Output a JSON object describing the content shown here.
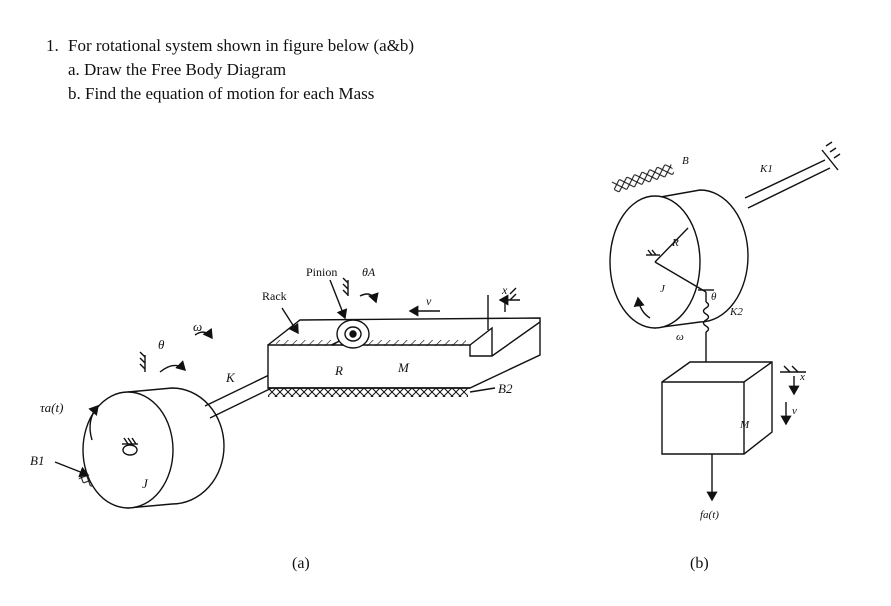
{
  "question": {
    "number": "1.",
    "stem": "For rotational system shown in figure below (a&b)",
    "parts": [
      "a. Draw the Free Body Diagram",
      "b. Find the equation of motion for each Mass"
    ]
  },
  "figure_a": {
    "caption": "(a)",
    "labels": {
      "tau": "τa(t)",
      "theta": "θ",
      "omega": "ω",
      "B1": "B1",
      "J": "J",
      "K": "K",
      "rack": "Rack",
      "pinion": "Pinion",
      "thetaA": "θA",
      "v": "v",
      "x": "x",
      "R": "R",
      "M": "M",
      "B2": "B2"
    }
  },
  "figure_b": {
    "caption": "(b)",
    "labels": {
      "B": "B",
      "K1": "K1",
      "R": "R",
      "J": "J",
      "theta": "θ",
      "K2": "K2",
      "omega": "ω",
      "x": "x",
      "v": "v",
      "M": "M",
      "fa": "fa(t)"
    }
  }
}
